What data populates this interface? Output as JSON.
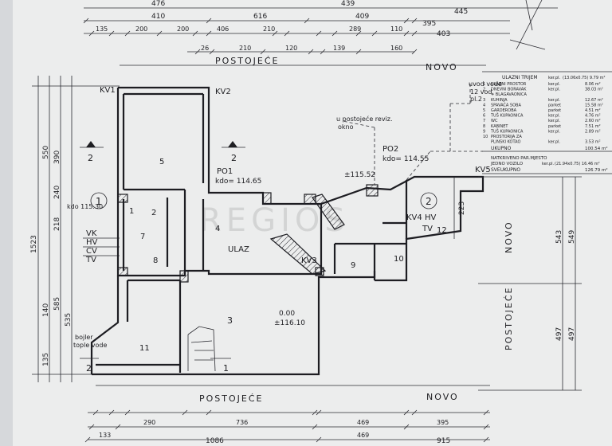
{
  "labels": {
    "postojece_top": "POSTOJEĆE",
    "novo_top": "NOVO",
    "postojece_bottom": "POSTOJEĆE",
    "novo_bottom": "NOVO",
    "novo_right": "NOVO",
    "postojece_right": "POSTOJEĆE",
    "kv1": "KV1",
    "kv2": "KV2",
    "kv3": "KV3",
    "kv4": "KV4 HV",
    "kv5": "KV5",
    "tv_right": "TV",
    "ulaz": "ULAZ",
    "po1_a": "PO1",
    "po1_b": "kdo= 114.65",
    "po2_a": "PO2",
    "po2_b": "kdo= 114.55",
    "elev_1155": "±115.52",
    "elev_000": "0.00",
    "elev_1116": "±116.10",
    "kota_1153": "kdo 115.30",
    "note_revizija": "u postojeće reviz.",
    "note_okno": "okno",
    "note_uvod_a": "uvod vode",
    "note_uvod_b": "12 vod.",
    "note_uvod_c": "pl.2",
    "bojler_a": "bojler",
    "bojler_b": "tople vode",
    "watermark": "REGIOS"
  },
  "sections": [
    "1",
    "2",
    "2",
    "2"
  ],
  "circles": [
    "1",
    "2"
  ],
  "legend_left": [
    "VK",
    "HV",
    "CV",
    "TV"
  ],
  "rooms": [
    "5",
    "1",
    "2",
    "3",
    "4",
    "7",
    "8",
    "9",
    "10",
    "11",
    "12"
  ],
  "dims_top_row1": [
    "476",
    "439",
    "445"
  ],
  "dims_top_row2": [
    "410",
    "616",
    "409",
    "395"
  ],
  "dims_top_row3": [
    "135",
    "200",
    "200",
    "406",
    "210",
    "289",
    "110",
    "403"
  ],
  "dims_top_row4": [
    "26",
    "210",
    "120",
    "139",
    "160"
  ],
  "dims_bottom_row1": [
    "290",
    "736",
    "469",
    "395"
  ],
  "dims_bottom_row2": [
    "133",
    "1086",
    "469",
    "915"
  ],
  "dims_left": [
    "1523",
    "550",
    "390",
    "218",
    "240",
    "585",
    "535",
    "140",
    "135"
  ],
  "dims_right": [
    "543",
    "549",
    "497",
    "497",
    "223"
  ],
  "room_table": {
    "title": "ULAZNI TRIJEM",
    "rows": [
      {
        "no": "1",
        "name": "ULAZNI PROSTOR",
        "fin": "ker.pl.",
        "area": "8.06 m²"
      },
      {
        "no": "2",
        "name": "DNEVNI BORAVAK",
        "fin": "ker.pl.",
        "area": "38.03 m²"
      },
      {
        "no": "",
        "name": "+ BLAGAVAONICA",
        "fin": "",
        "area": ""
      },
      {
        "no": "3",
        "name": "KUHINJA",
        "fin": "ker.pl.",
        "area": "12.67 m²"
      },
      {
        "no": "4",
        "name": "SPAVAĆA SOBA",
        "fin": "parket",
        "area": "15.58 m²"
      },
      {
        "no": "5",
        "name": "GARDEROBA",
        "fin": "parket",
        "area": "4.51 m²"
      },
      {
        "no": "6",
        "name": "TUŠ KUPAONICA",
        "fin": "ker.pl.",
        "area": "4.76 m²"
      },
      {
        "no": "7",
        "name": "WC",
        "fin": "ker.pl.",
        "area": "2.60 m²"
      },
      {
        "no": "8",
        "name": "KABINET",
        "fin": "parket",
        "area": "7.51 m²"
      },
      {
        "no": "9",
        "name": "TUŠ KUPAONICA",
        "fin": "ker.pl.",
        "area": "2.89 m²"
      },
      {
        "no": "10",
        "name": "PROSTORIJA ZA",
        "fin": "",
        "area": ""
      },
      {
        "no": "",
        "name": "PLINSKI KOTAO",
        "fin": "ker.pl.",
        "area": "3.53 m²"
      }
    ],
    "title_fin": "ker.pl.",
    "title_area": "(13.06x0.75)  9.79 m²",
    "ukupno_label": "UKUPNO",
    "ukupno_area": "100.54 m²",
    "parking_a": "NATKRIVENO PAR.MJESTO",
    "parking_b": "JEDNO VOZILO",
    "parking_fin": "ker.pl.",
    "parking_area": "(21.94x0.75)  16.46 m²",
    "sveukupno_label": "SVEUKUPNO",
    "sveukupno_area": "126.79 m²"
  }
}
